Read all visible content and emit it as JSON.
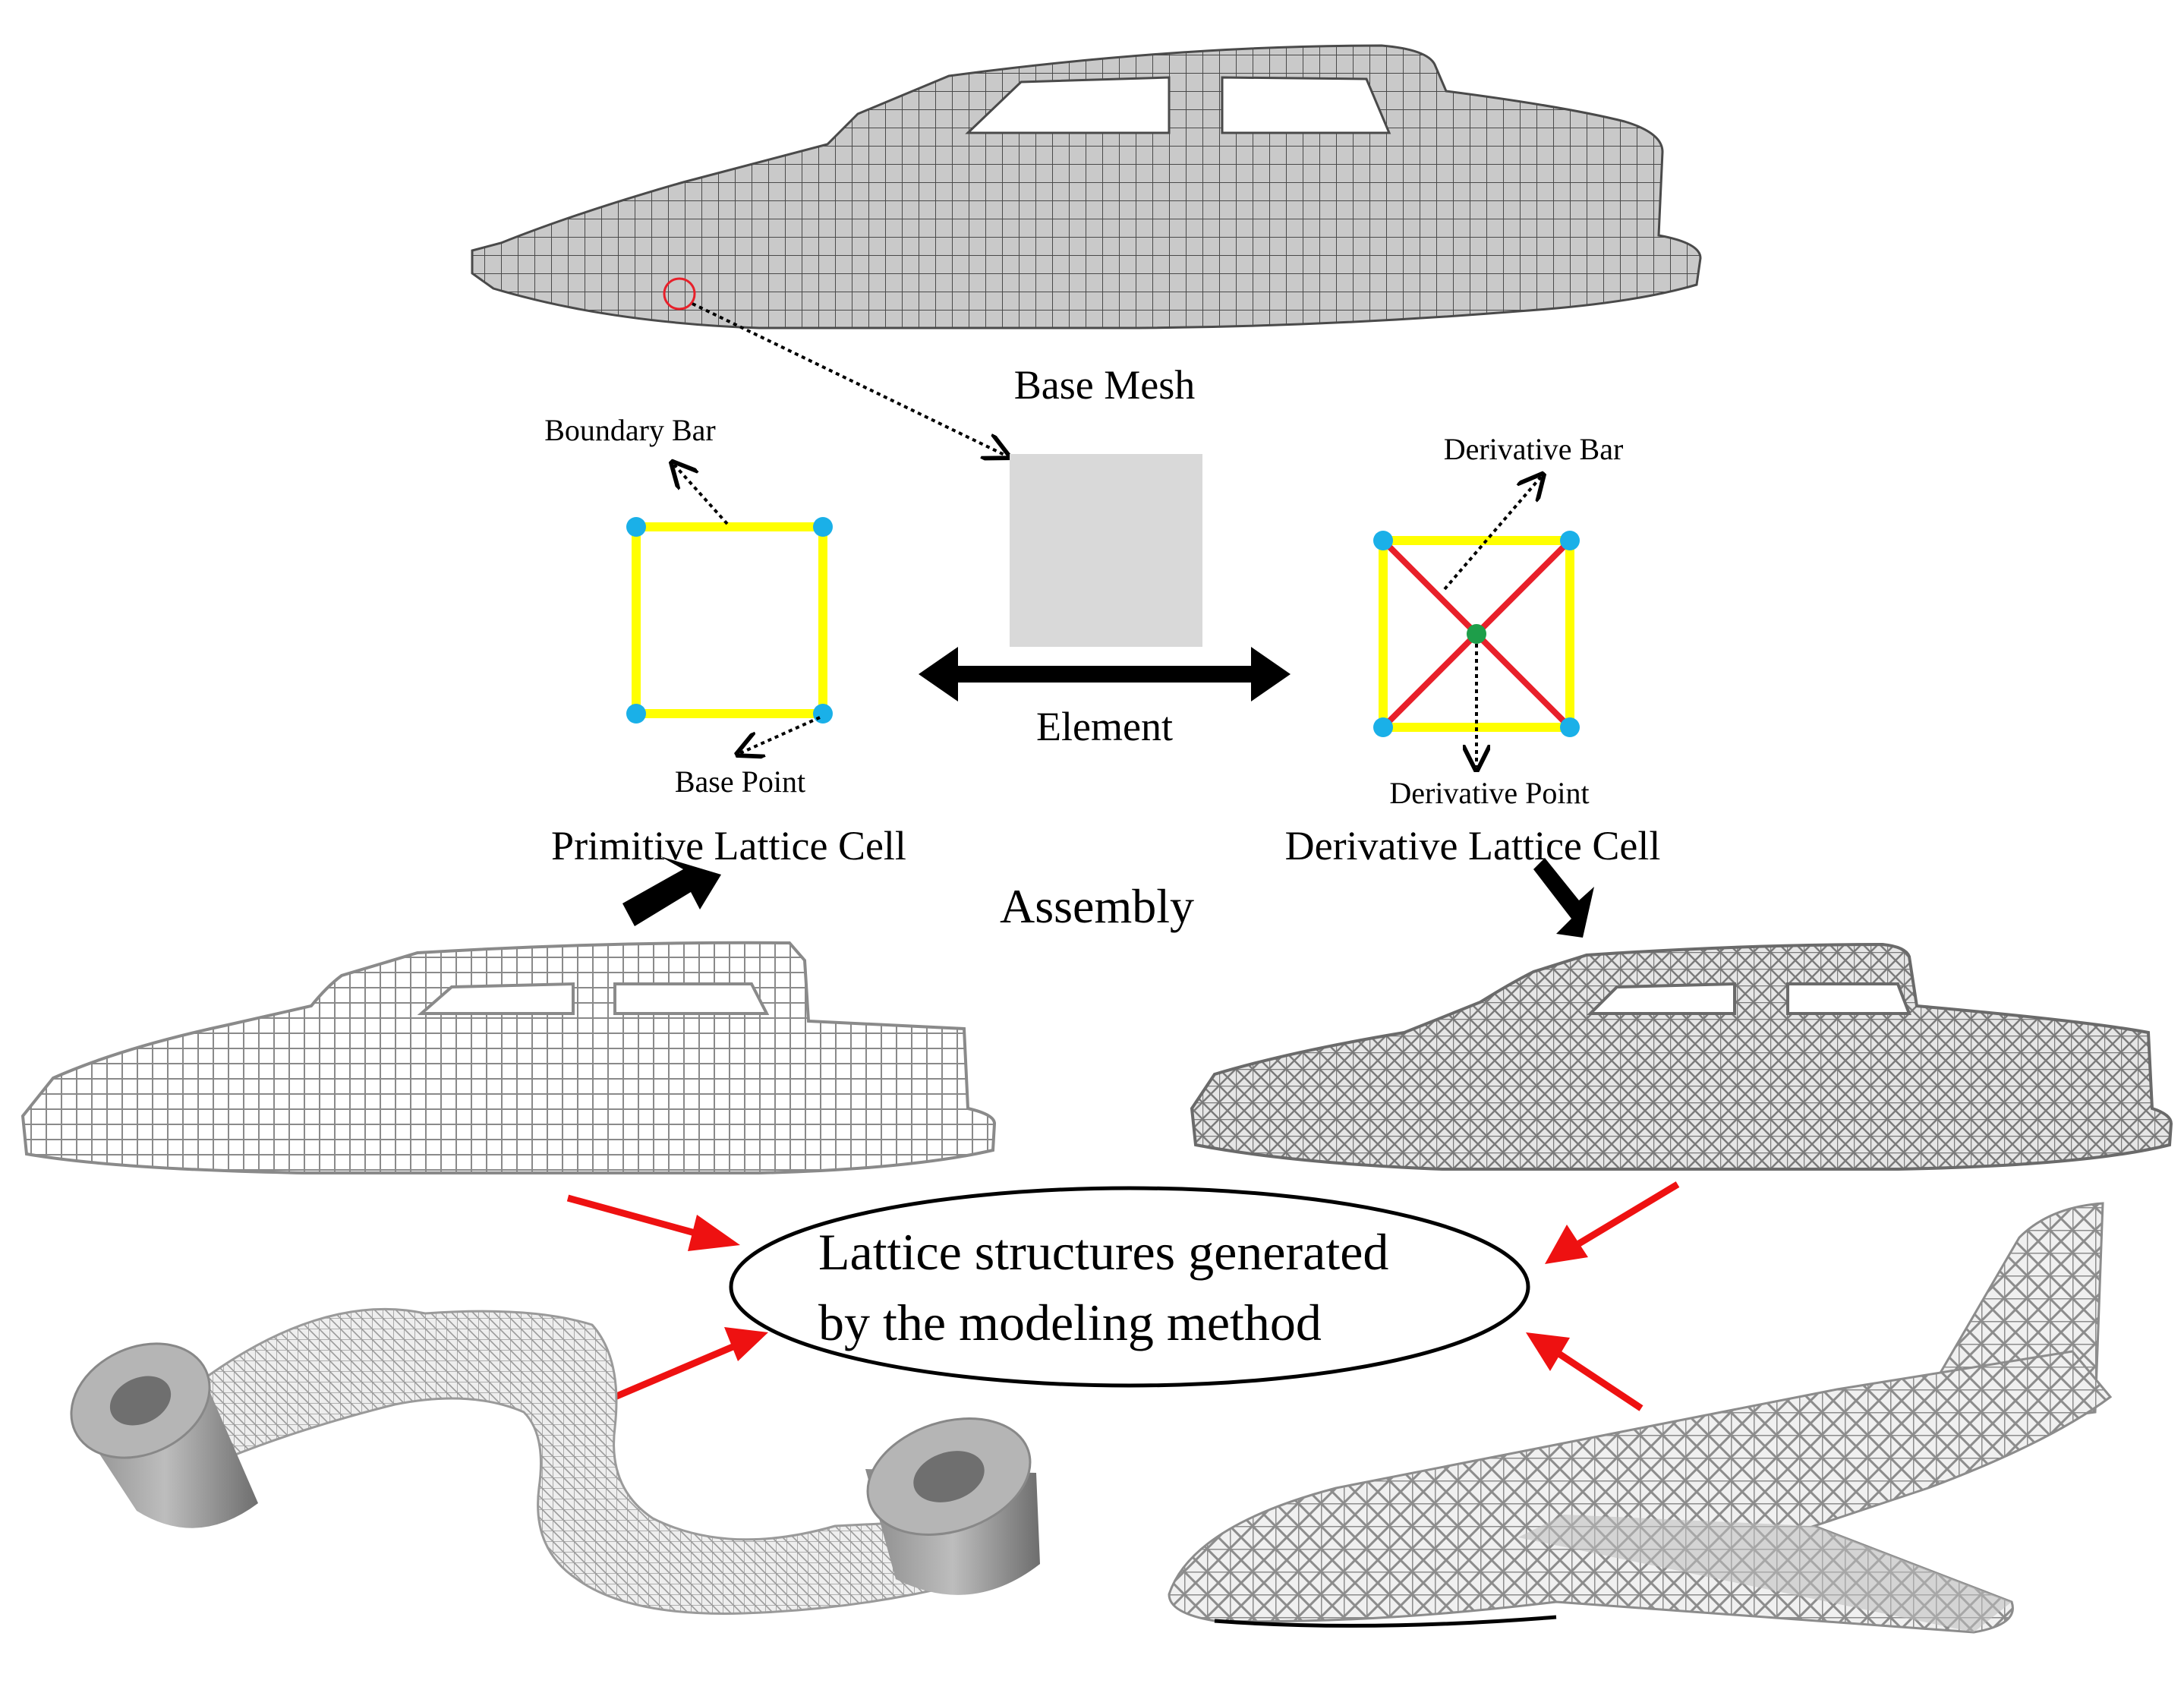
{
  "labels": {
    "base_mesh": "Base Mesh",
    "boundary_bar": "Boundary Bar",
    "base_point": "Base Point",
    "element": "Element",
    "derivative_bar": "Derivative Bar",
    "derivative_point": "Derivative Point",
    "primitive_cell": "Primitive Lattice Cell",
    "derivative_cell": "Derivative Lattice Cell",
    "assembly": "Assembly",
    "oval_line1": "Lattice structures generated",
    "oval_line2": "by the modeling method"
  },
  "colors": {
    "mesh_fill": "#c9c9c9",
    "mesh_line": "#4a4a4a",
    "boundary_bar": "#ffff00",
    "derivative_bar": "#e8202a",
    "base_point": "#1ab0e8",
    "derivative_point": "#1e9e4a",
    "element_fill": "#d9d9d9",
    "arrow_red": "#ee1111"
  }
}
